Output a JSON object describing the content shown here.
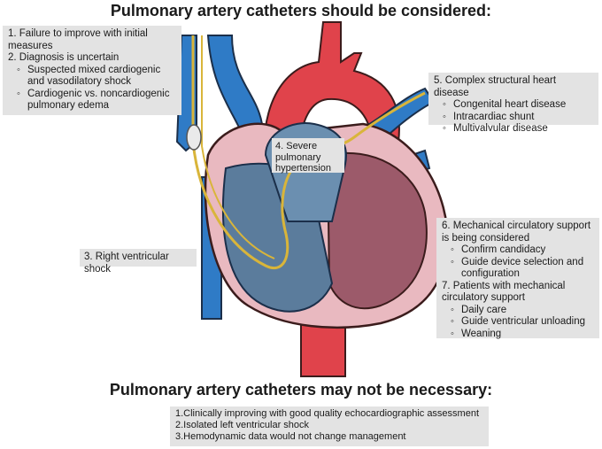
{
  "header": {
    "title": "Pulmonary artery catheters should be considered:"
  },
  "left_box": {
    "item1": "1. Failure to improve with initial measures",
    "item2": "2. Diagnosis is uncertain",
    "sub": [
      "Suspected mixed cardiogenic and vasodilatory shock",
      "Cardiogenic vs. noncardiogenic pulmonary edema"
    ]
  },
  "right_box_5": {
    "item5": "5. Complex structural heart disease",
    "sub": [
      "Congenital heart disease",
      "Intracardiac shunt",
      "Multivalvular disease"
    ]
  },
  "right_box_67": {
    "item6": "6. Mechanical circulatory support is being considered",
    "sub6": [
      "Confirm candidacy",
      "Guide device selection and configuration"
    ],
    "item7": "7. Patients with mechanical circulatory support",
    "sub7": [
      "Daily care",
      "Guide ventricular unloading",
      "Weaning"
    ]
  },
  "rv_shock": "3. Right ventricular shock",
  "pulm_htn": "4. Severe pulmonary hypertension",
  "footer": {
    "title": "Pulmonary artery catheters may not be necessary:",
    "items": [
      "1.Clinically improving with good quality echocardiographic assessment",
      "2.Isolated left ventricular shock",
      "3.Hemodynamic data would not change management"
    ]
  },
  "colors": {
    "aorta_red": "#e0434b",
    "vein_blue": "#2f7bc6",
    "heart_pink": "#e9b9c0",
    "ventricle_left": "#9c5a6a",
    "ventricle_right": "#5b7c9c",
    "catheter": "#d9b53a",
    "label_bg": "#e3e3e3"
  }
}
